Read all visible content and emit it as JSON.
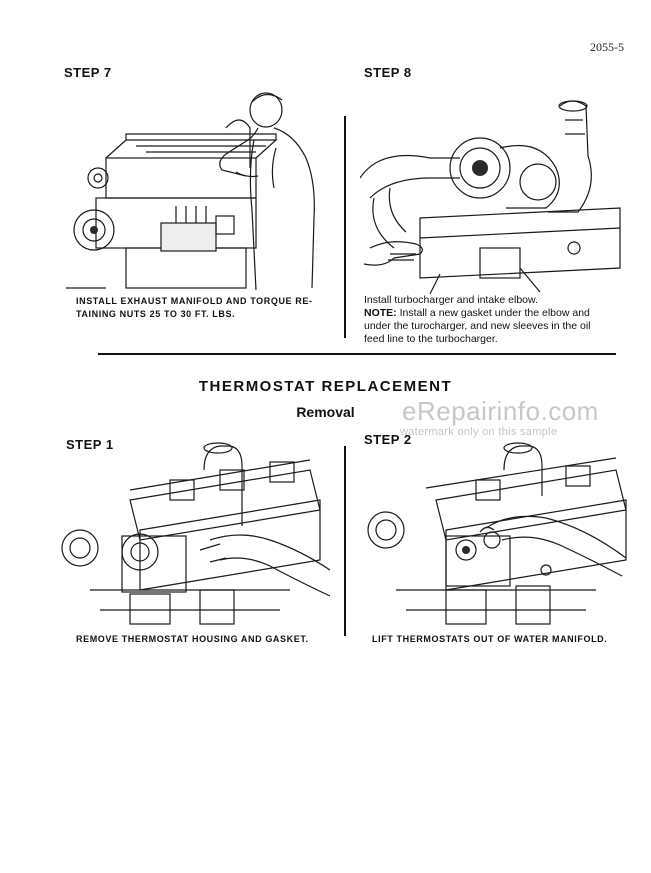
{
  "page_number": "2055-5",
  "top": {
    "step7": {
      "label": "STEP 7",
      "caption_line1": "INSTALL EXHAUST MANIFOLD AND TORQUE RE-",
      "caption_line2": "TAINING NUTS 25 TO 30 FT. LBS."
    },
    "step8": {
      "label": "STEP 8",
      "caption_line1": "Install turbocharger and intake elbow.",
      "note_label": "NOTE:",
      "note_line1": " Install a new gasket under the elbow and",
      "note_line2": "under the turocharger, and new sleeves in the oil",
      "note_line3": "feed line to the turbocharger."
    }
  },
  "section": {
    "title": "THERMOSTAT REPLACEMENT",
    "subtitle": "Removal"
  },
  "bottom": {
    "step1": {
      "label": "STEP 1",
      "caption": "REMOVE THERMOSTAT HOUSING AND GASKET."
    },
    "step2": {
      "label": "STEP 2",
      "caption": "LIFT THERMOSTATS OUT OF WATER MANIFOLD."
    }
  },
  "watermark": {
    "main": "eRepairinfo.com",
    "sub": "watermark only on this sample"
  }
}
